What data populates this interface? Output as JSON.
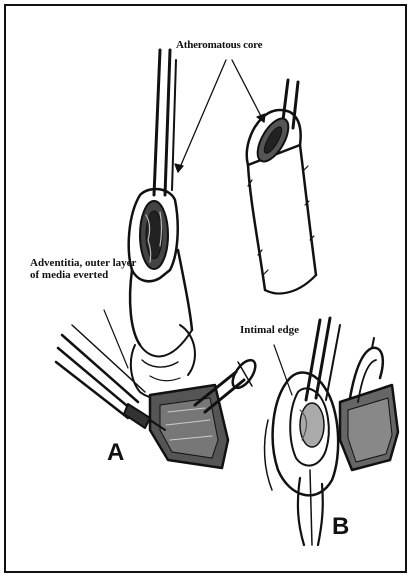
{
  "labels": {
    "atheromatous_core": "Atheromatous core",
    "adventitia": "Adventitia, outer layer of media everted",
    "intimal_edge": "Intimal edge",
    "panel_a": "A",
    "panel_b": "B"
  }
}
